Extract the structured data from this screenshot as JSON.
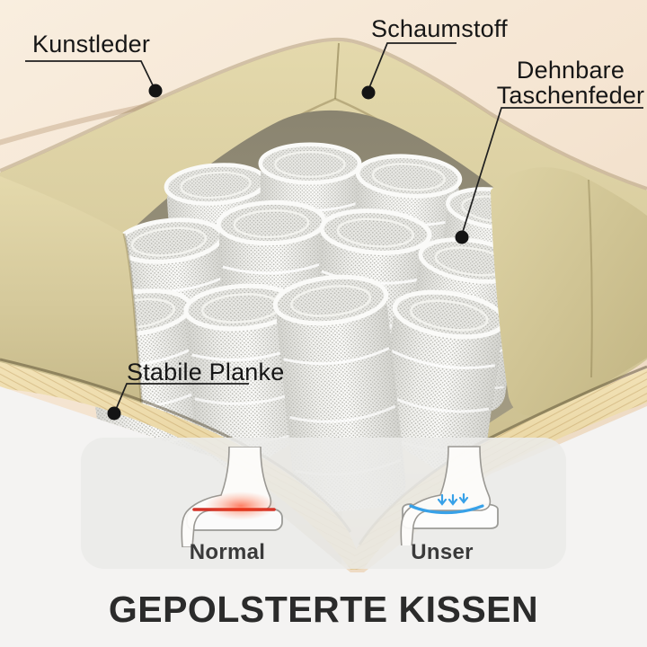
{
  "annotations": {
    "kunstleder": "Kunstleder",
    "schaumstoff": "Schaumstoff",
    "taschenfeder_line1": "Dehnbare",
    "taschenfeder_line2": "Taschenfeder",
    "planke": "Stabile Planke"
  },
  "comparison": {
    "normal_label": "Normal",
    "unser_label": "Unser"
  },
  "title": "GEPOLSTERTE KISSEN",
  "colors": {
    "leather_cream": "#f6e8d8",
    "foam_khaki": "#d7cb9f",
    "wood": "#ecd9a9",
    "spring_white": "#ececea",
    "interior_shadow": "#948d79",
    "bottom_background": "#f4f3f2",
    "panel_gray": "#ebeae8",
    "pressure_red": "#d43227",
    "comfort_blue": "#37a1e8",
    "label_text": "#161616",
    "title_text": "#2b2b2b"
  }
}
